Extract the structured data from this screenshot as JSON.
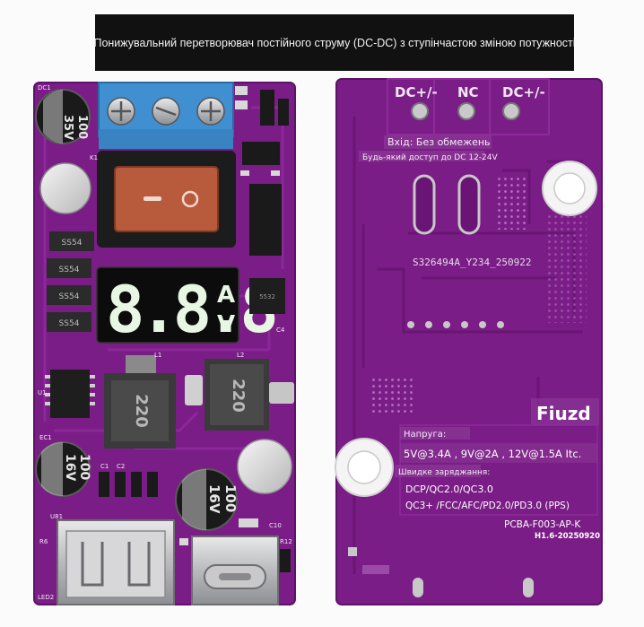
{
  "title": "Понижувальний перетворювач постійного струму (DC-DC) з ступінчастою зміною потужності",
  "colors": {
    "pcb": "#7a1d86",
    "pcb_dark": "#5c1266",
    "trace": "#8e2a9c",
    "silk": "#f0e8f2",
    "terminal": "#3f8fd1",
    "switch": "#b85a3c",
    "display_bg": "#0c0c0c",
    "segment": "#e8f7e4",
    "background": "#fbfbfb",
    "title_bg": "#111111"
  },
  "left_board": {
    "display": {
      "digits": "8.8.8",
      "unit_top": "A",
      "unit_bottom": "V"
    },
    "diodes": [
      "SS54",
      "SS54",
      "SS54",
      "SS54"
    ],
    "inductor_marks": [
      "220",
      "220"
    ],
    "capacitors": [
      {
        "top": "100",
        "bottom": "35V"
      },
      {
        "top": "100",
        "bottom": "16V"
      },
      {
        "top": "100",
        "bottom": "16V"
      }
    ],
    "ic_label": "5532",
    "silk_labels": [
      "DC1",
      "K1",
      "U1",
      "U81",
      "R6",
      "LED2",
      "C10",
      "R12",
      "C4",
      "L1",
      "L2",
      "EC1",
      "C1",
      "C2"
    ],
    "icons": [
      "usb-a-port-icon",
      "usb-c-port-icon",
      "rocker-switch-icon",
      "screw-terminal-icon"
    ]
  },
  "right_board": {
    "terminals": [
      "DC+/-",
      "NC",
      "DC+/-"
    ],
    "input_label": "Вхід: Без обмежень",
    "input_note": "Будь-який доступ до DC 12-24V",
    "serial": "S326494A_Y234_250922",
    "brand": "Fiuzd",
    "voltage_title": "Напруга:",
    "voltage_values": "5V@3.4A , 9V@2A , 12V@1.5A Itc.",
    "fast_charge_title": "Швидке заряджання:",
    "protocols_line1": "DCP/QC2.0/QC3.0",
    "protocols_line2": "QC3+ /FCC/AFC/PD2.0/PD3.0 (PPS)",
    "model": "PCBA-F003-AP-K",
    "version": "H1.6-20250920"
  }
}
